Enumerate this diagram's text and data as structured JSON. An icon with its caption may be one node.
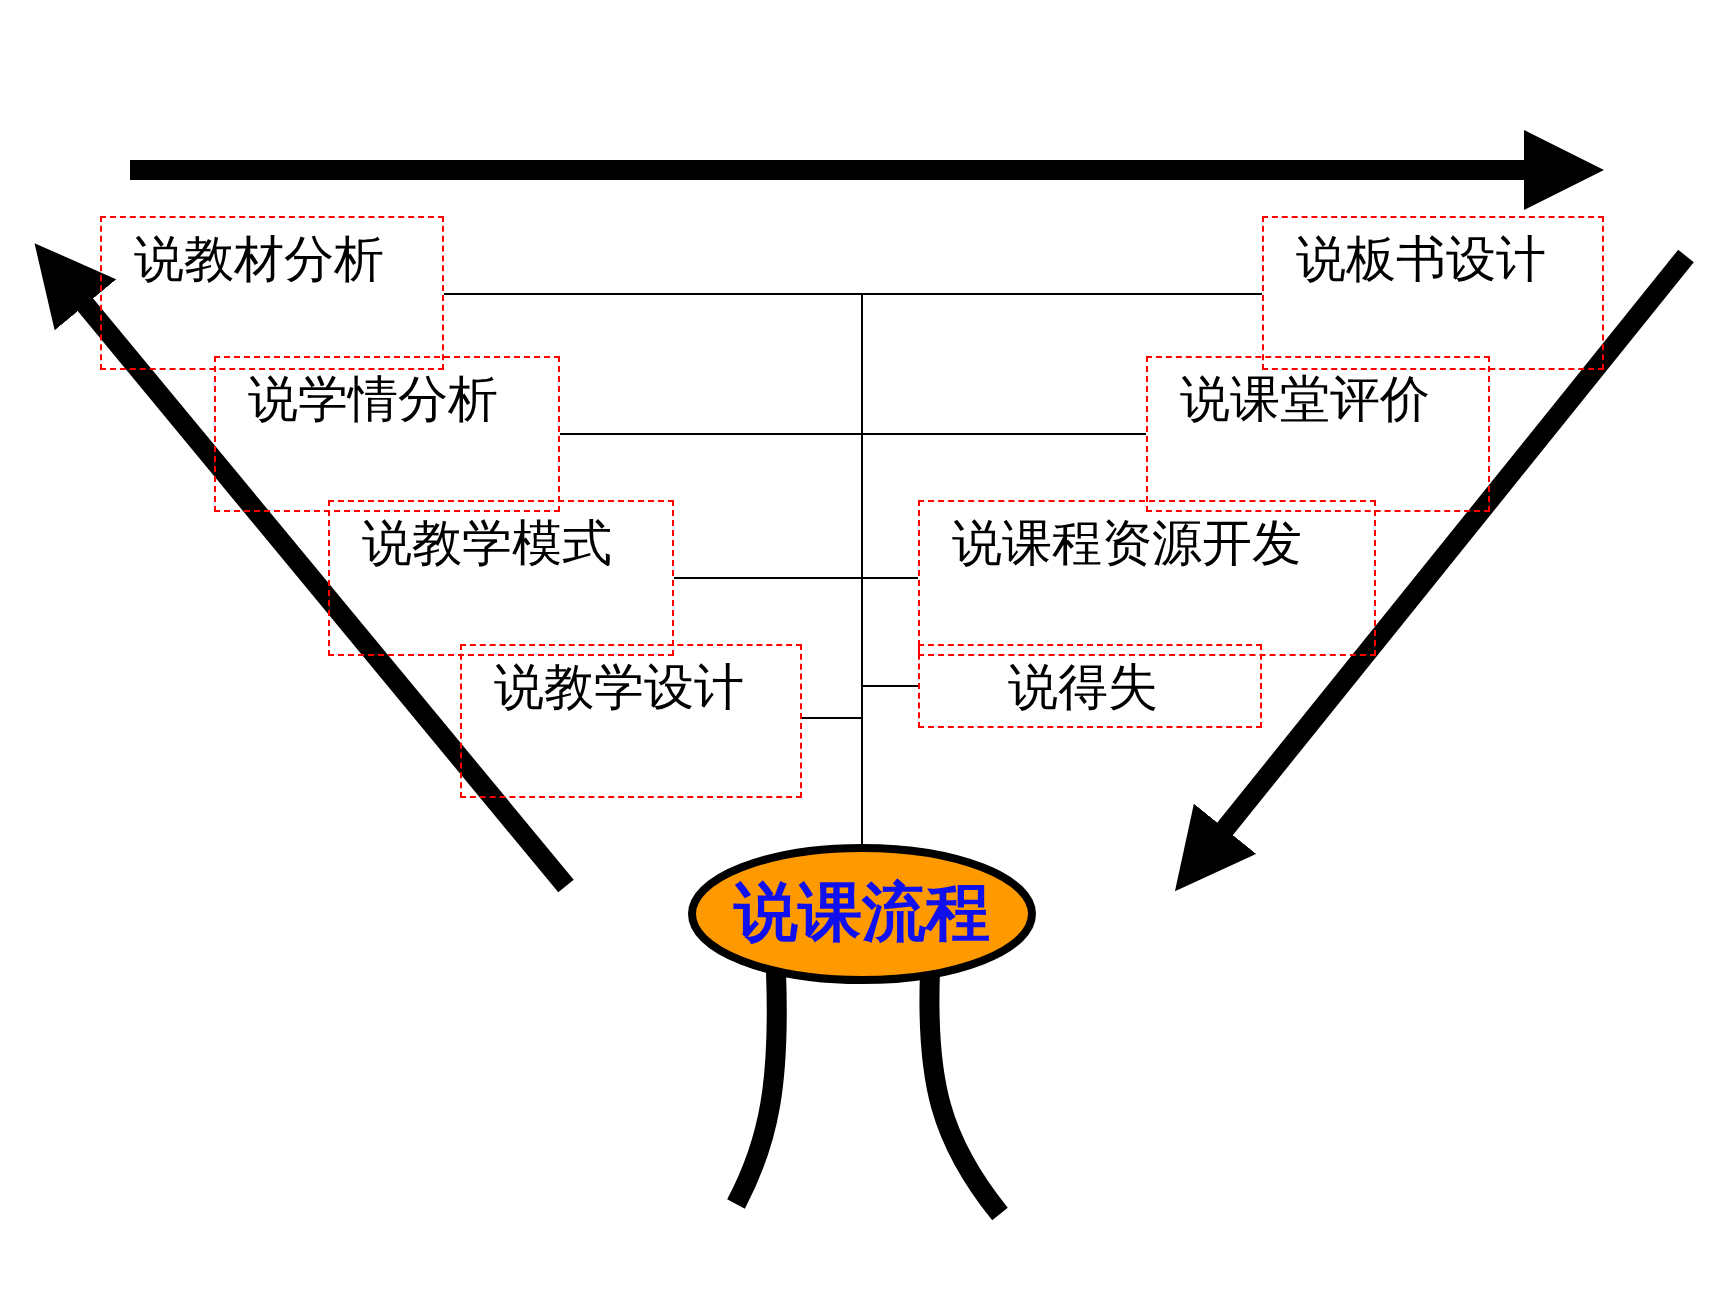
{
  "diagram": {
    "nodes": [
      {
        "text": [
          "说教材分析"
        ]
      },
      {
        "text": [
          "说板书设计"
        ]
      },
      {
        "text": [
          "说学情分析"
        ]
      },
      {
        "text": [
          "说课堂评价"
        ]
      },
      {
        "text": [
          "说教学模式"
        ]
      },
      {
        "text": [
          "说课程资源开发"
        ]
      },
      {
        "text": [
          "说教学设计"
        ]
      },
      {
        "text": [
          "说得失"
        ]
      },
      {
        "text": [
          "说课流程"
        ]
      }
    ],
    "edges": [
      {
        "from": 8,
        "to": 0,
        "arrow": "none"
      },
      {
        "from": 8,
        "to": 1,
        "arrow": "none"
      },
      {
        "from": 8,
        "to": 2,
        "arrow": "none"
      },
      {
        "from": 8,
        "to": 3,
        "arrow": "none"
      },
      {
        "from": 8,
        "to": 4,
        "arrow": "none"
      },
      {
        "from": 8,
        "to": 5,
        "arrow": "none"
      },
      {
        "from": 8,
        "to": 6,
        "arrow": "none"
      },
      {
        "from": 8,
        "to": 7,
        "arrow": "none"
      }
    ]
  }
}
